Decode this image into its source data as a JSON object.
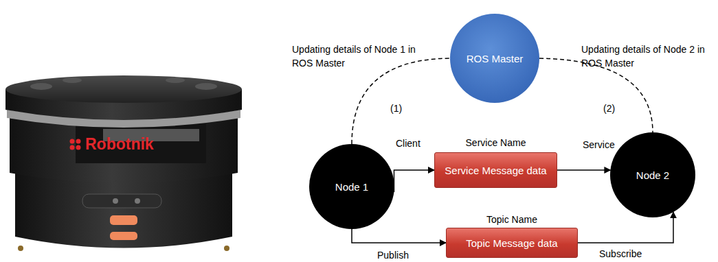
{
  "diagram": {
    "nodes": [
      {
        "text": [
          "ROS Master"
        ]
      },
      {
        "text": [
          "Node 1"
        ]
      },
      {
        "text": [
          "Service Name",
          "Service Message data"
        ]
      },
      {
        "text": [
          "Node 2"
        ]
      },
      {
        "text": [
          "Topic Name",
          "Topic Message data"
        ]
      }
    ],
    "edges": [
      {
        "from": 1,
        "to": 0,
        "arrow": "none",
        "label": "(1)"
      },
      {
        "from": 0,
        "to": 3,
        "arrow": "none",
        "label": "(2)"
      },
      {
        "from": 1,
        "to": 2,
        "arrow": "to",
        "label": "Client"
      },
      {
        "from": 2,
        "to": 3,
        "arrow": "to",
        "label": "Service"
      },
      {
        "from": 1,
        "to": 4,
        "arrow": "to",
        "label": "Publish"
      },
      {
        "from": 4,
        "to": 3,
        "arrow": "to",
        "label": "Subscribe"
      }
    ],
    "labels": [
      "Updating details of Node 1 in ROS Master",
      "Updating details of Node 2 in ROS Master",
      "Robotnik"
    ]
  }
}
